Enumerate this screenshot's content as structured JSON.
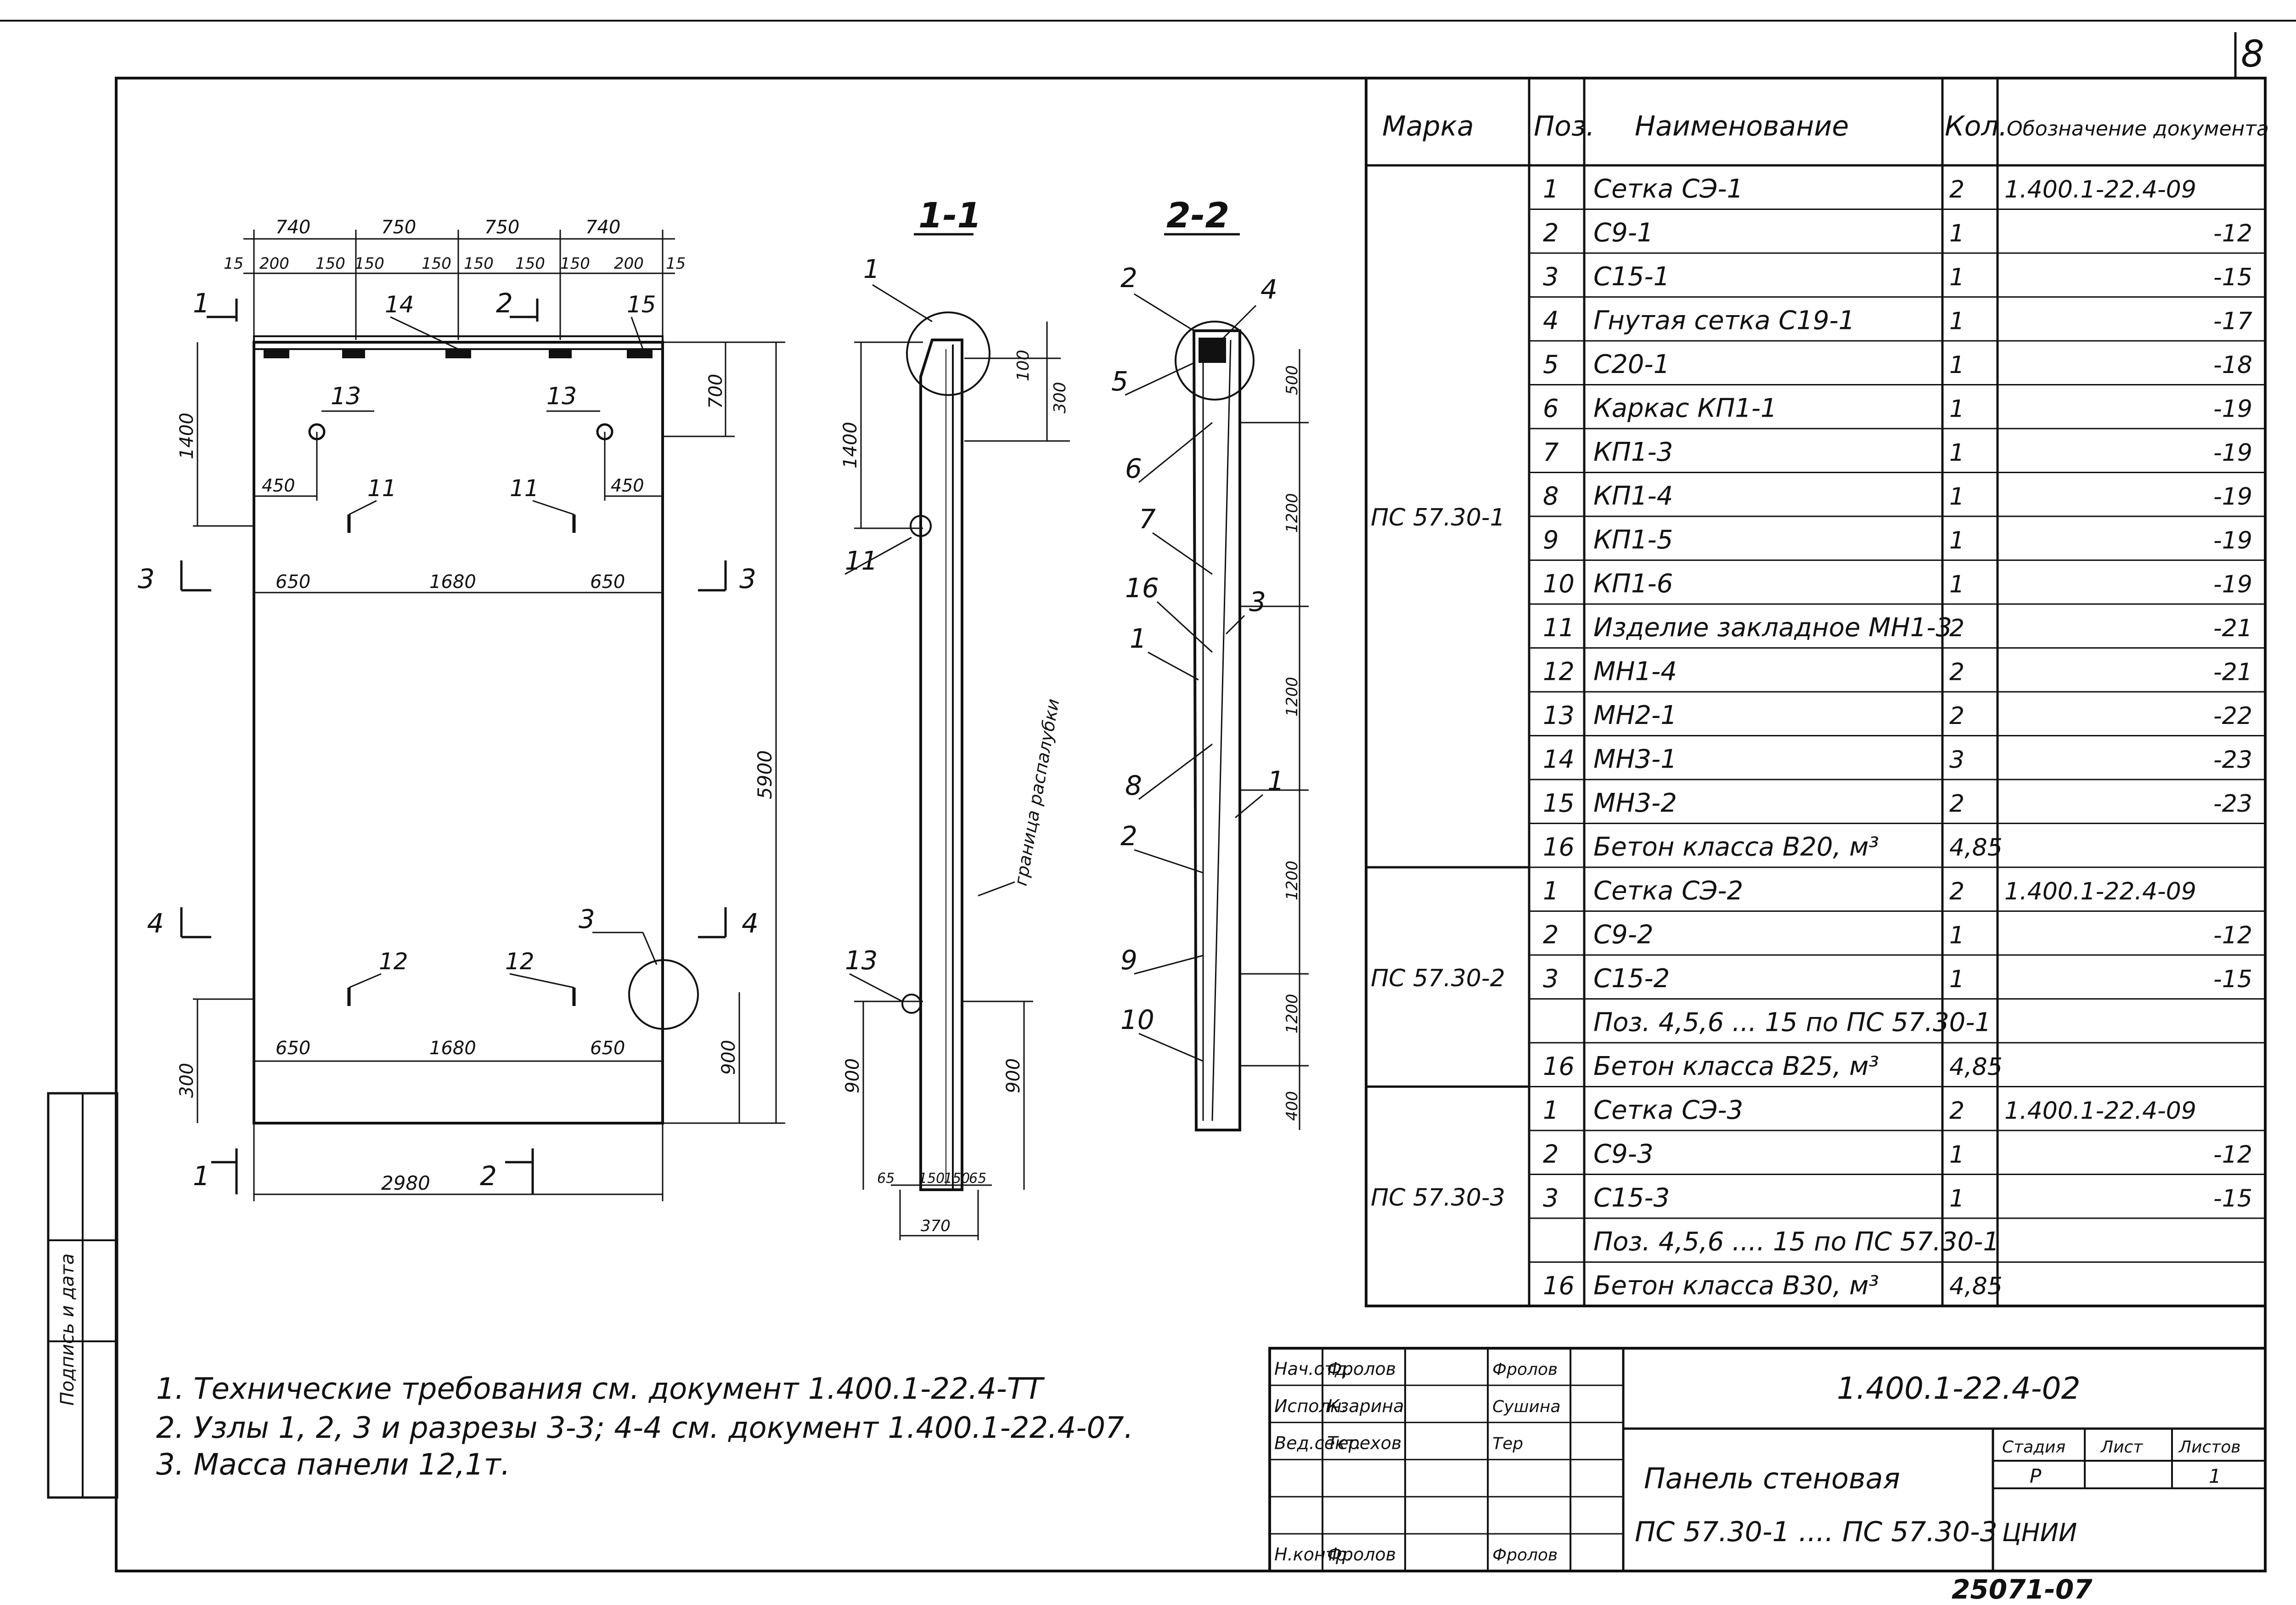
{
  "sheet_number": "8",
  "section_1_label": "1-1",
  "section_2_label": "2-2",
  "label_1": "1",
  "label_2": "2",
  "label_3": "3",
  "label_4": "4",
  "label_5": "5",
  "label_6": "6",
  "label_7": "7",
  "label_8": "8",
  "label_9": "9",
  "label_10": "10",
  "label_11": "11",
  "label_12": "12",
  "label_13": "13",
  "label_14": "14",
  "label_15": "15",
  "label_16": "16",
  "facade": {
    "dims_top": [
      "740",
      "750",
      "750",
      "740"
    ],
    "dims_top2": [
      "15",
      "200",
      "150",
      "150",
      "150",
      "150",
      "150",
      "150",
      "200",
      "15"
    ],
    "d1400": "1400",
    "d700": "700",
    "d450a": "450",
    "d450b": "450",
    "d650a": "650",
    "d1680a": "1680",
    "d650b": "650",
    "d5900": "5900",
    "d650c": "650",
    "d1680b": "1680",
    "d650d": "650",
    "d300": "300",
    "d900": "900",
    "d2980": "2980"
  },
  "section1": {
    "d100": "100",
    "d300": "300",
    "d1400": "1400",
    "d900a": "900",
    "d900b": "900",
    "bottom_dims": [
      "65",
      "150",
      "150",
      "65"
    ],
    "d370": "370",
    "note": "граница распалубки"
  },
  "section2": {
    "dims": [
      "500",
      "1200",
      "1200",
      "1200",
      "1200",
      "400"
    ]
  },
  "spec_table": {
    "headers": [
      "Марка",
      "Поз.",
      "Наименование",
      "Кол.",
      "Обозначение документа"
    ],
    "groups": [
      {
        "mark": "ПС 57.30-1",
        "rows": [
          [
            "1",
            "Сетка СЭ-1",
            "2",
            "1.400.1-22.4-09"
          ],
          [
            "2",
            "С9-1",
            "1",
            "-12"
          ],
          [
            "3",
            "С15-1",
            "1",
            "-15"
          ],
          [
            "4",
            "Гнутая сетка С19-1",
            "1",
            "-17"
          ],
          [
            "5",
            "С20-1",
            "1",
            "-18"
          ],
          [
            "6",
            "Каркас КП1-1",
            "1",
            "-19"
          ],
          [
            "7",
            "КП1-3",
            "1",
            "-19"
          ],
          [
            "8",
            "КП1-4",
            "1",
            "-19"
          ],
          [
            "9",
            "КП1-5",
            "1",
            "-19"
          ],
          [
            "10",
            "КП1-6",
            "1",
            "-19"
          ],
          [
            "11",
            "Изделие закладное МН1-3",
            "2",
            "-21"
          ],
          [
            "12",
            "МН1-4",
            "2",
            "-21"
          ],
          [
            "13",
            "МН2-1",
            "2",
            "-22"
          ],
          [
            "14",
            "МН3-1",
            "3",
            "-23"
          ],
          [
            "15",
            "МН3-2",
            "2",
            "-23"
          ],
          [
            "16",
            "Бетон класса В20, м³",
            "4,85",
            ""
          ]
        ]
      },
      {
        "mark": "ПС 57.30-2",
        "rows": [
          [
            "1",
            "Сетка СЭ-2",
            "2",
            "1.400.1-22.4-09"
          ],
          [
            "2",
            "С9-2",
            "1",
            "-12"
          ],
          [
            "3",
            "С15-2",
            "1",
            "-15"
          ],
          [
            "",
            "Поз. 4,5,6 ... 15 по ПС 57.30-1",
            "",
            ""
          ],
          [
            "16",
            "Бетон класса В25, м³",
            "4,85",
            ""
          ]
        ]
      },
      {
        "mark": "ПС 57.30-3",
        "rows": [
          [
            "1",
            "Сетка СЭ-3",
            "2",
            "1.400.1-22.4-09"
          ],
          [
            "2",
            "С9-3",
            "1",
            "-12"
          ],
          [
            "3",
            "С15-3",
            "1",
            "-15"
          ],
          [
            "",
            "Поз. 4,5,6 .... 15 по ПС 57.30-1",
            "",
            ""
          ],
          [
            "16",
            "Бетон класса В30, м³",
            "4,85",
            ""
          ]
        ]
      }
    ]
  },
  "notes": [
    "1. Технические требования см. документ 1.400.1-22.4-ТТ",
    "2. Узлы 1, 2, 3 и разрезы 3-3; 4-4 см. документ 1.400.1-22.4-07.",
    "3. Масса панели 12,1т."
  ],
  "title_block": {
    "code": "1.400.1-22.4-02",
    "title_line1": "Панель стеновая",
    "title_line2": "ПС 57.30-1 .... ПС 57.30-3",
    "stage_label": "Стадия",
    "sheet_label": "Лист",
    "sheets_label": "Листов",
    "stage": "Р",
    "sheet": "1",
    "org": "ЦНИИ",
    "roles": [
      {
        "role": "Нач.отд.",
        "name": "Фролов"
      },
      {
        "role": "Исполн.",
        "name": "Кзарина"
      },
      {
        "role": "Вед.сект.",
        "name": "Терехов"
      },
      {
        "role": "",
        "name": ""
      },
      {
        "role": "",
        "name": ""
      },
      {
        "role": "Н.контр.",
        "name": "Фролов"
      }
    ],
    "signatures": [
      "Фролов",
      "Сушина",
      "Тер",
      "Фролов"
    ]
  },
  "stamp_text": "Подпись и дата",
  "bottom_number": "25071-07"
}
